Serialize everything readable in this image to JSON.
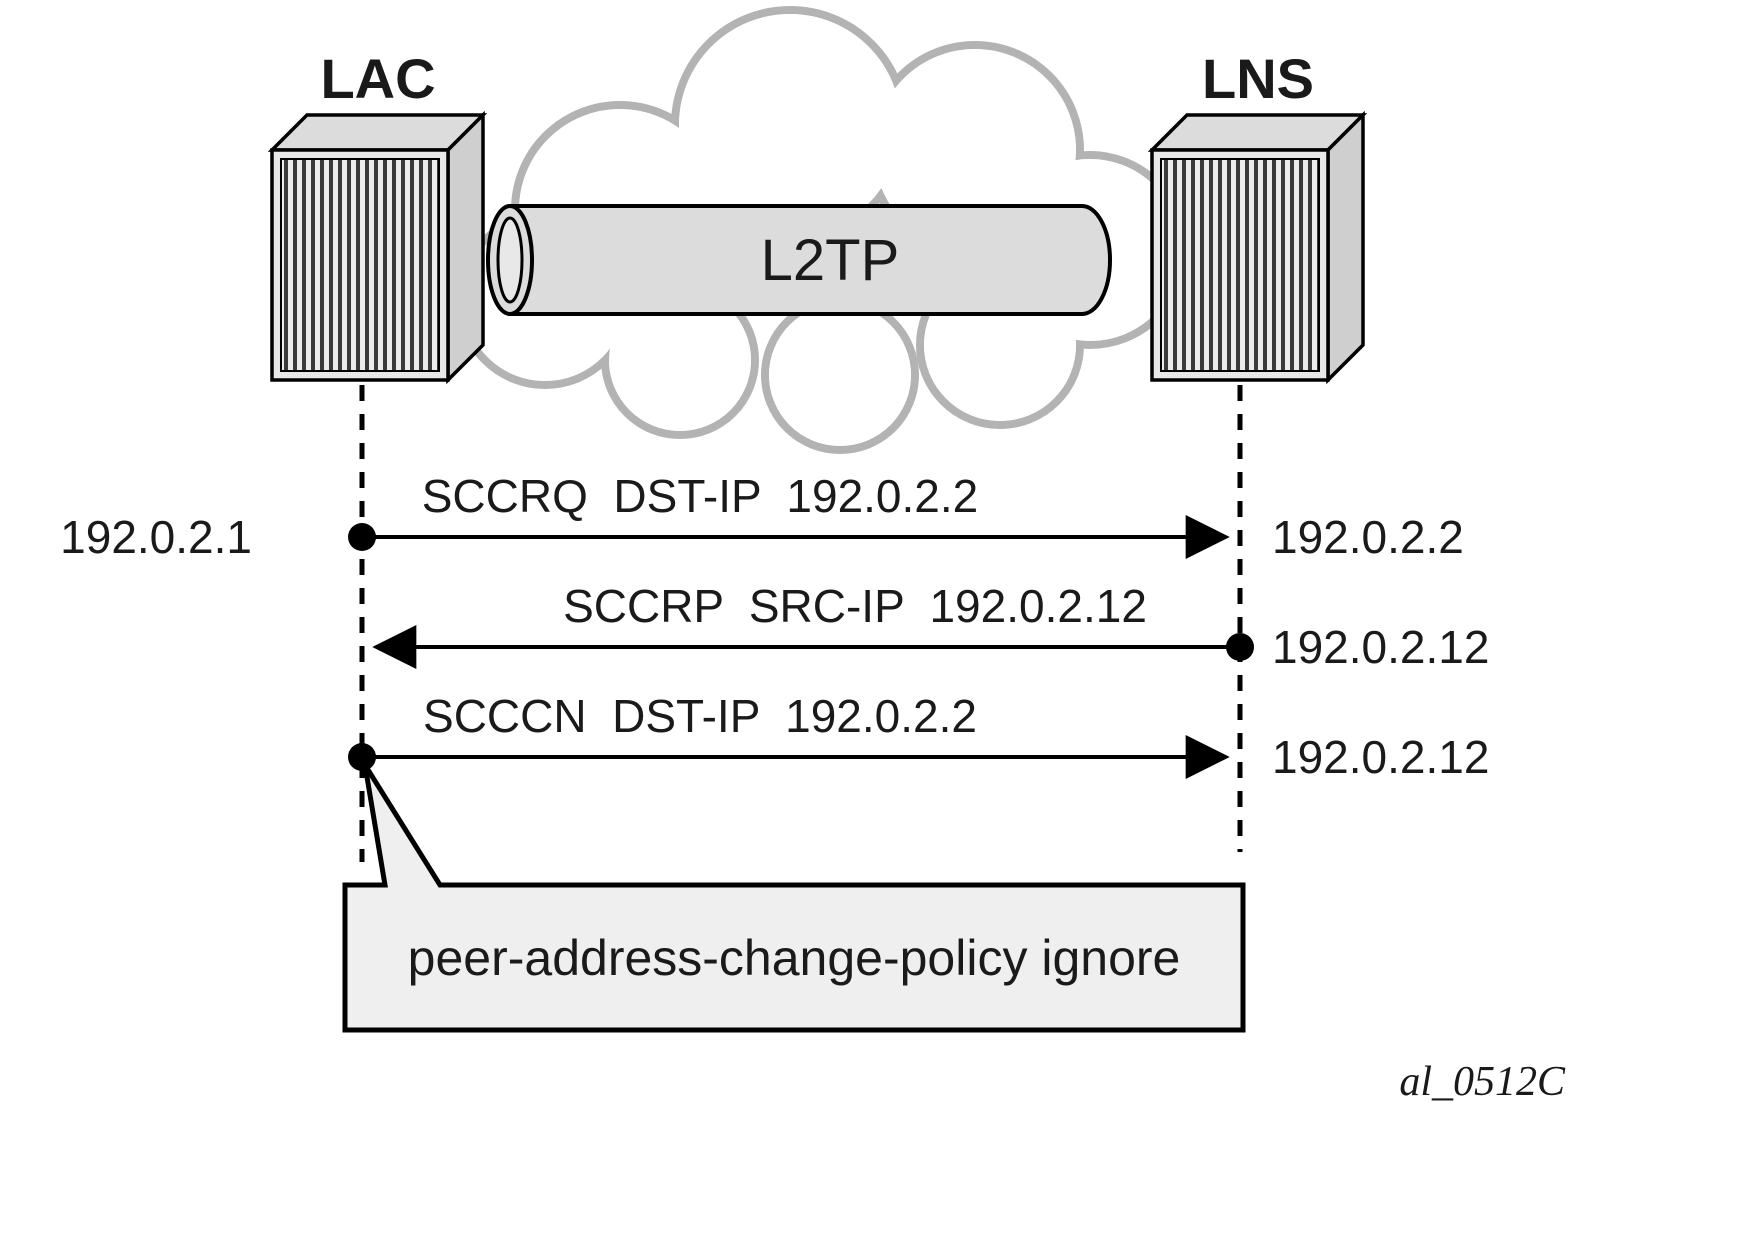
{
  "diagram": {
    "devices": {
      "lac": {
        "label": "LAC",
        "ip": "192.0.2.1"
      },
      "lns": {
        "label": "LNS"
      }
    },
    "cloud": {
      "tunnel_label": "L2TP"
    },
    "messages": [
      {
        "label": "SCCRQ  DST-IP  192.0.2.2",
        "direction": "right",
        "right_ip": "192.0.2.2"
      },
      {
        "label": "SCCRP  SRC-IP  192.0.2.12",
        "direction": "left",
        "right_ip": "192.0.2.12"
      },
      {
        "label": "SCCCN  DST-IP  192.0.2.2",
        "direction": "right",
        "right_ip": "192.0.2.12"
      }
    ],
    "callout": {
      "text": "peer-address-change-policy ignore"
    },
    "watermark": "al_0512C",
    "colors": {
      "stroke": "#000000",
      "fill_light": "#e8e8e8",
      "fill_mid": "#dcdcdc",
      "cloud_stroke": "#b3b3b3",
      "callout_fill": "#efefef"
    }
  }
}
